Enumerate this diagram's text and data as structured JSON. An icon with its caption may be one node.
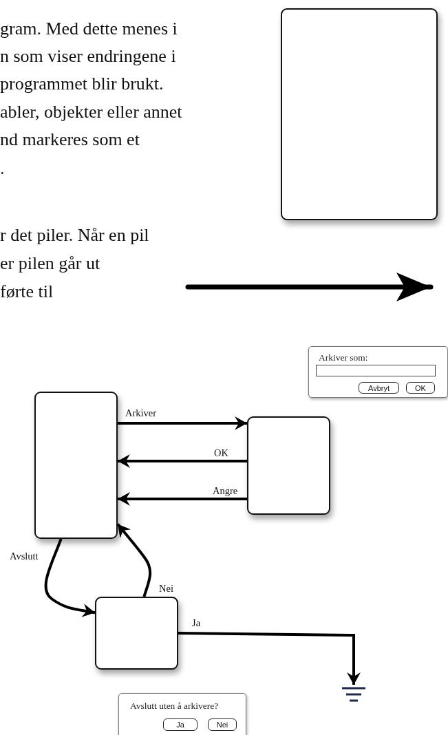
{
  "diagram": {
    "nodes": [
      {
        "text": [],
        "shape": "box"
      },
      {
        "text": [
          "Arkiver som:"
        ]
      },
      {
        "text": [
          "Avbryt"
        ],
        "in": 1
      },
      {
        "text": [
          "OK"
        ],
        "in": 1
      },
      {
        "text": [],
        "shape": "box"
      },
      {
        "text": [],
        "shape": "box"
      },
      {
        "text": [],
        "shape": "box"
      },
      {
        "text": [],
        "shape": "ground"
      },
      {
        "text": [
          "Avslutt uten å arkivere?"
        ]
      },
      {
        "text": [
          "Ja"
        ],
        "in": 8
      },
      {
        "text": [
          "Nei"
        ],
        "in": 8
      }
    ],
    "edges": [
      {
        "from": 4,
        "to": 5,
        "arrow": "to",
        "label": "Arkiver"
      },
      {
        "from": 5,
        "to": 4,
        "arrow": "to",
        "label": "OK"
      },
      {
        "from": 5,
        "to": 4,
        "arrow": "to",
        "label": "Angre"
      },
      {
        "from": 4,
        "to": 6,
        "arrow": "to",
        "label": "Avslutt"
      },
      {
        "from": 6,
        "to": 4,
        "arrow": "to",
        "label": "Nei"
      },
      {
        "from": 6,
        "to": 7,
        "arrow": "to",
        "label": "Ja"
      }
    ],
    "labels": [
      "gram. Med dette menes i",
      "n som viser endringene i",
      "programmet blir brukt.",
      "abler, objekter eller annet",
      "nd markeres som et",
      ".",
      "r det piler. Når en pil",
      "er pilen går ut",
      "førte til"
    ]
  }
}
